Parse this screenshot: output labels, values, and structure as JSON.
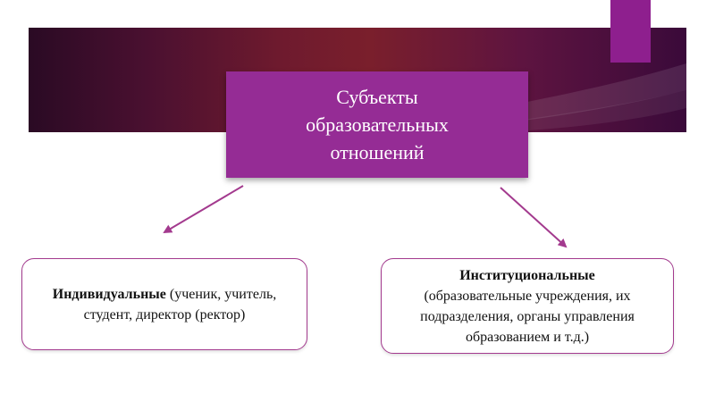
{
  "main": {
    "title": "Субъекты образовательных отношений"
  },
  "categories": [
    {
      "heading": "Индивидуальные",
      "detail": " (ученик, учитель, студент, директор (ректор)"
    },
    {
      "heading": "Институциональные",
      "detail": "(образовательные учреждения, их подразделения, органы управления образованием и т.д.)"
    }
  ],
  "colors": {
    "accent": "#952c95",
    "border": "#a33a8e",
    "banner": "#6e1a2e"
  }
}
